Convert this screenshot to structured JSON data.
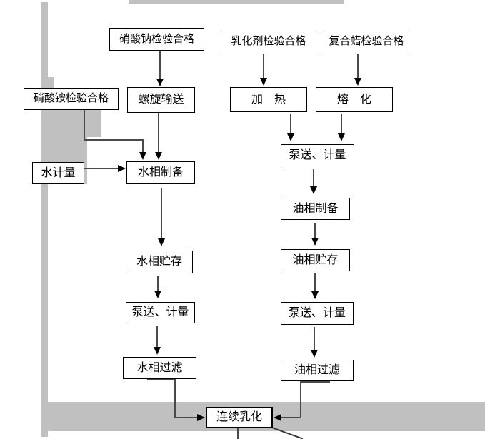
{
  "diagram": {
    "type": "flowchart",
    "language": "zh-CN",
    "nodes": [
      {
        "id": "sodium-nitrate-inspection",
        "label": "硝酸钠检验合格"
      },
      {
        "id": "emulsifier-inspection",
        "label": "乳化剂检验合格"
      },
      {
        "id": "composite-wax-inspection",
        "label": "复合蜡检验合格"
      },
      {
        "id": "ammonium-nitrate-inspection",
        "label": "硝酸铵检验合格"
      },
      {
        "id": "screw-conveying",
        "label": "螺旋输送"
      },
      {
        "id": "heating",
        "label": "加　热"
      },
      {
        "id": "melting",
        "label": "熔　化"
      },
      {
        "id": "water-metering",
        "label": "水计量"
      },
      {
        "id": "water-phase-preparation",
        "label": "水相制备"
      },
      {
        "id": "pumping-metering-oil-1",
        "label": "泵送、计量"
      },
      {
        "id": "oil-phase-preparation",
        "label": "油相制备"
      },
      {
        "id": "water-phase-storage",
        "label": "水相贮存"
      },
      {
        "id": "oil-phase-storage",
        "label": "油相贮存"
      },
      {
        "id": "pumping-metering-water",
        "label": "泵送、计量"
      },
      {
        "id": "pumping-metering-oil-2",
        "label": "泵送、计量"
      },
      {
        "id": "water-phase-filtration",
        "label": "水相过滤"
      },
      {
        "id": "oil-phase-filtration",
        "label": "油相过滤"
      },
      {
        "id": "continuous-emulsification",
        "label": "连续乳化"
      }
    ],
    "edges": [
      {
        "from": "sodium-nitrate-inspection",
        "to": "screw-conveying"
      },
      {
        "from": "emulsifier-inspection",
        "to": "heating"
      },
      {
        "from": "composite-wax-inspection",
        "to": "melting"
      },
      {
        "from": "ammonium-nitrate-inspection",
        "to": "water-phase-preparation"
      },
      {
        "from": "screw-conveying",
        "to": "water-phase-preparation"
      },
      {
        "from": "water-metering",
        "to": "water-phase-preparation"
      },
      {
        "from": "heating",
        "to": "pumping-metering-oil-1"
      },
      {
        "from": "melting",
        "to": "pumping-metering-oil-1"
      },
      {
        "from": "water-phase-preparation",
        "to": "water-phase-storage"
      },
      {
        "from": "pumping-metering-oil-1",
        "to": "oil-phase-preparation"
      },
      {
        "from": "oil-phase-preparation",
        "to": "oil-phase-storage"
      },
      {
        "from": "water-phase-storage",
        "to": "pumping-metering-water"
      },
      {
        "from": "oil-phase-storage",
        "to": "pumping-metering-oil-2"
      },
      {
        "from": "pumping-metering-water",
        "to": "water-phase-filtration"
      },
      {
        "from": "pumping-metering-oil-2",
        "to": "oil-phase-filtration"
      },
      {
        "from": "water-phase-filtration",
        "to": "continuous-emulsification"
      },
      {
        "from": "oil-phase-filtration",
        "to": "continuous-emulsification"
      },
      {
        "from": "continuous-emulsification",
        "to": "offscreen-bottom"
      },
      {
        "from": "continuous-emulsification",
        "to": "offscreen-bottom-right"
      }
    ],
    "colors": {
      "background": "#ffffff",
      "box_fill": "#ffffff",
      "box_border": "#000000",
      "line": "#4a4a4a",
      "arrowhead": "#000000",
      "decoration_gray": "#c0c0c0"
    }
  }
}
